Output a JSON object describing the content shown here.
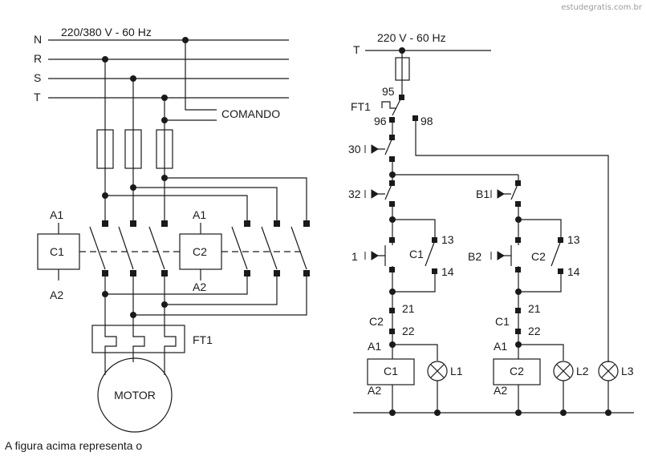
{
  "watermark": "estudegratis.com.br",
  "caption": "A figura acima representa o",
  "power_circuit": {
    "supply_label": "220/380 V - 60 Hz",
    "lines": {
      "n": "N",
      "r": "R",
      "s": "S",
      "t": "T"
    },
    "comando_label": "COMANDO",
    "contactor_c1": {
      "name": "C1",
      "a1": "A1",
      "a2": "A2"
    },
    "contactor_c2": {
      "name": "C2",
      "a1": "A1",
      "a2": "A2"
    },
    "overload_label": "FT1",
    "motor_label": "MOTOR"
  },
  "control_circuit": {
    "supply_label": "220 V - 60 Hz",
    "line_label": "T",
    "ft1": {
      "name": "FT1",
      "t95": "95",
      "t96": "96",
      "t98": "98"
    },
    "b0": "30",
    "b2_left": "32",
    "b1_left": "1",
    "b1_right": "B1",
    "b2_right": "B2",
    "aux_c1": {
      "name": "C1",
      "t13": "13",
      "t14": "14"
    },
    "aux_c2": {
      "name": "C2",
      "t13": "13",
      "t14": "14"
    },
    "nc_left": {
      "name": "C2",
      "t21": "21",
      "t22": "22"
    },
    "nc_right": {
      "name": "C1",
      "t21": "21",
      "t22": "22"
    },
    "coil_left": {
      "name": "C1",
      "a1": "A1",
      "a2": "A2"
    },
    "coil_right": {
      "name": "C2",
      "a1": "A1",
      "a2": "A2"
    },
    "lamps": {
      "l1": "L1",
      "l2": "L2",
      "l3": "L3"
    }
  }
}
